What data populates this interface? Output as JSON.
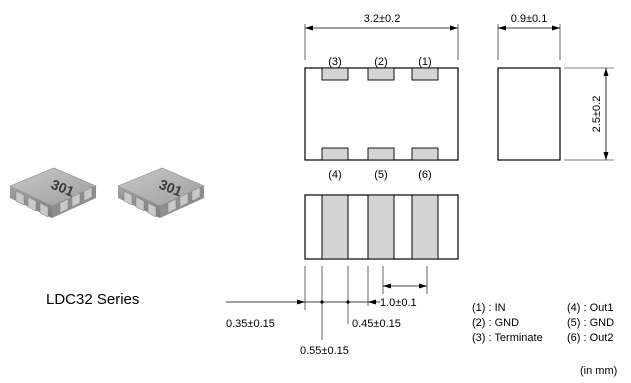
{
  "dimensions": {
    "length": "3.2±0.2",
    "thickness": "0.9±0.1",
    "width": "2.5±0.2",
    "pitch": "1.0±0.1",
    "edge": "0.35±0.15",
    "terminal_width": "0.55±0.15",
    "gap": "0.45±0.15"
  },
  "pads": {
    "top": [
      "(3)",
      "(2)",
      "(1)"
    ],
    "bottom": [
      "(4)",
      "(5)",
      "(6)"
    ]
  },
  "chip_marking": "301",
  "series_label": "LDC32 Series",
  "pin_legend": {
    "left": [
      "(1) : IN",
      "(2) : GND",
      "(3) : Terminate"
    ],
    "right": [
      "(4) : Out1",
      "(5) : GND",
      "(6) : Out2"
    ]
  },
  "unit_note": "(in mm)"
}
